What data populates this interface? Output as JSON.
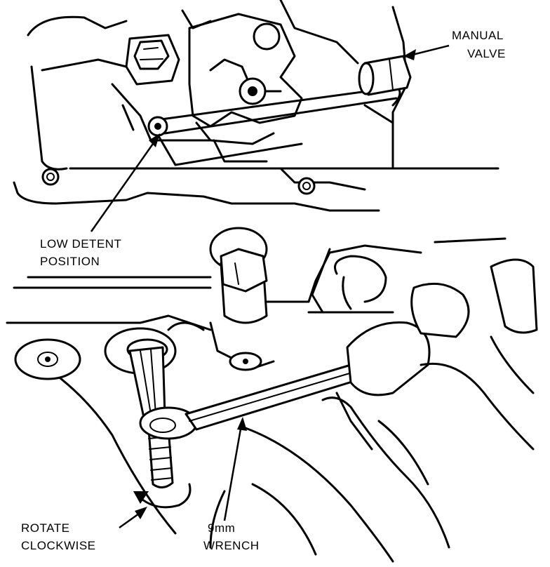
{
  "callouts": {
    "manual_valve": [
      "MANUAL",
      "VALVE"
    ],
    "low_detent": [
      "LOW DETENT",
      "POSITION"
    ],
    "rotate": [
      "ROTATE",
      "CLOCKWISE"
    ],
    "wrench": [
      "9mm",
      "WRENCH"
    ]
  }
}
